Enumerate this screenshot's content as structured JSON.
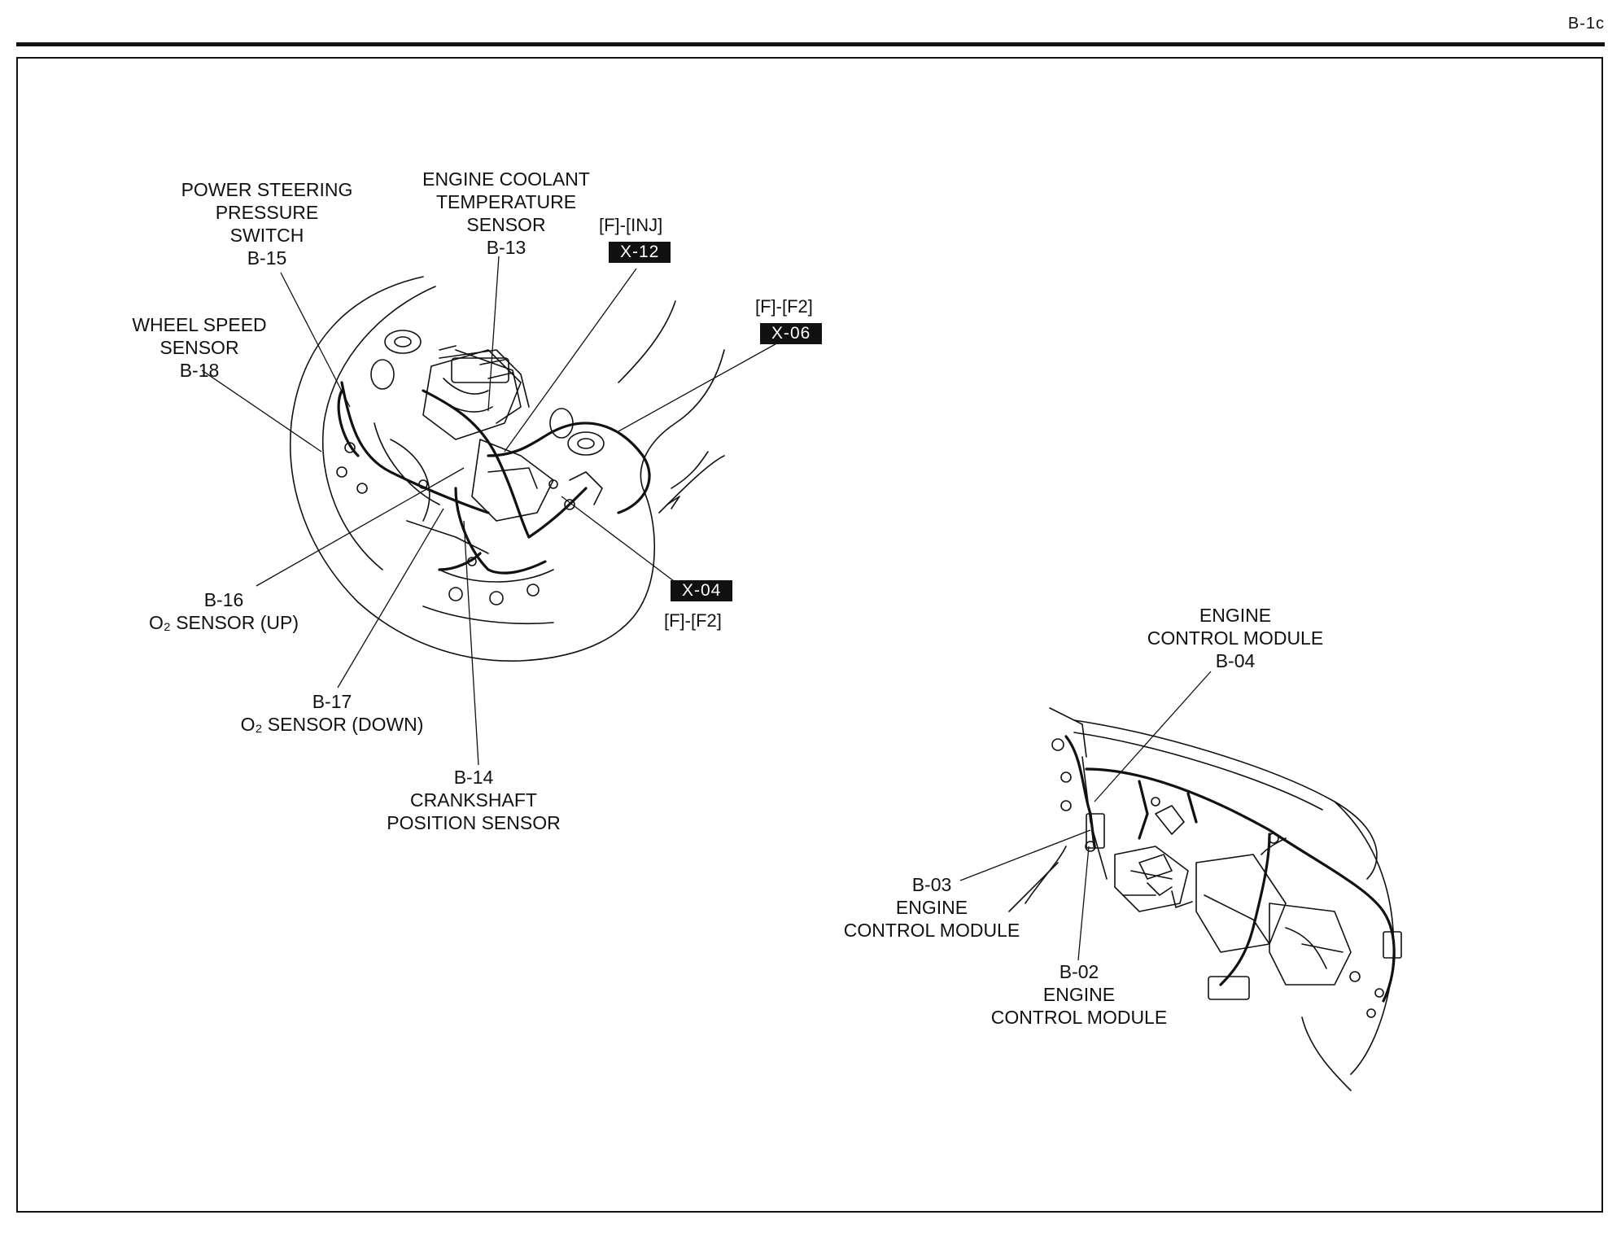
{
  "page": {
    "code": "B-1c"
  },
  "labels": {
    "ps_switch": [
      "POWER STEERING",
      "PRESSURE",
      "SWITCH",
      "B-15"
    ],
    "ect_sensor": [
      "ENGINE COOLANT",
      "TEMPERATURE",
      "SENSOR",
      "B-13"
    ],
    "wheel_speed": [
      "WHEEL SPEED",
      "SENSOR",
      "B-18"
    ],
    "o2_up_code": "B-16",
    "o2_up_name": "O₂ SENSOR (UP)",
    "o2_down_code": "B-17",
    "o2_down_name": "O₂ SENSOR (DOWN)",
    "crank": [
      "B-14",
      "CRANKSHAFT",
      "POSITION SENSOR"
    ],
    "ecm_b04": [
      "ENGINE",
      "CONTROL MODULE",
      "B-04"
    ],
    "ecm_b03": [
      "B-03",
      "ENGINE",
      "CONTROL MODULE"
    ],
    "ecm_b02": [
      "B-02",
      "ENGINE",
      "CONTROL MODULE"
    ]
  },
  "connectors": {
    "x12": {
      "ref": "[F]-[INJ]",
      "tag": "X-12"
    },
    "x06": {
      "ref": "[F]-[F2]",
      "tag": "X-06"
    },
    "x04": {
      "ref": "[F]-[F2]",
      "tag": "X-04"
    }
  }
}
